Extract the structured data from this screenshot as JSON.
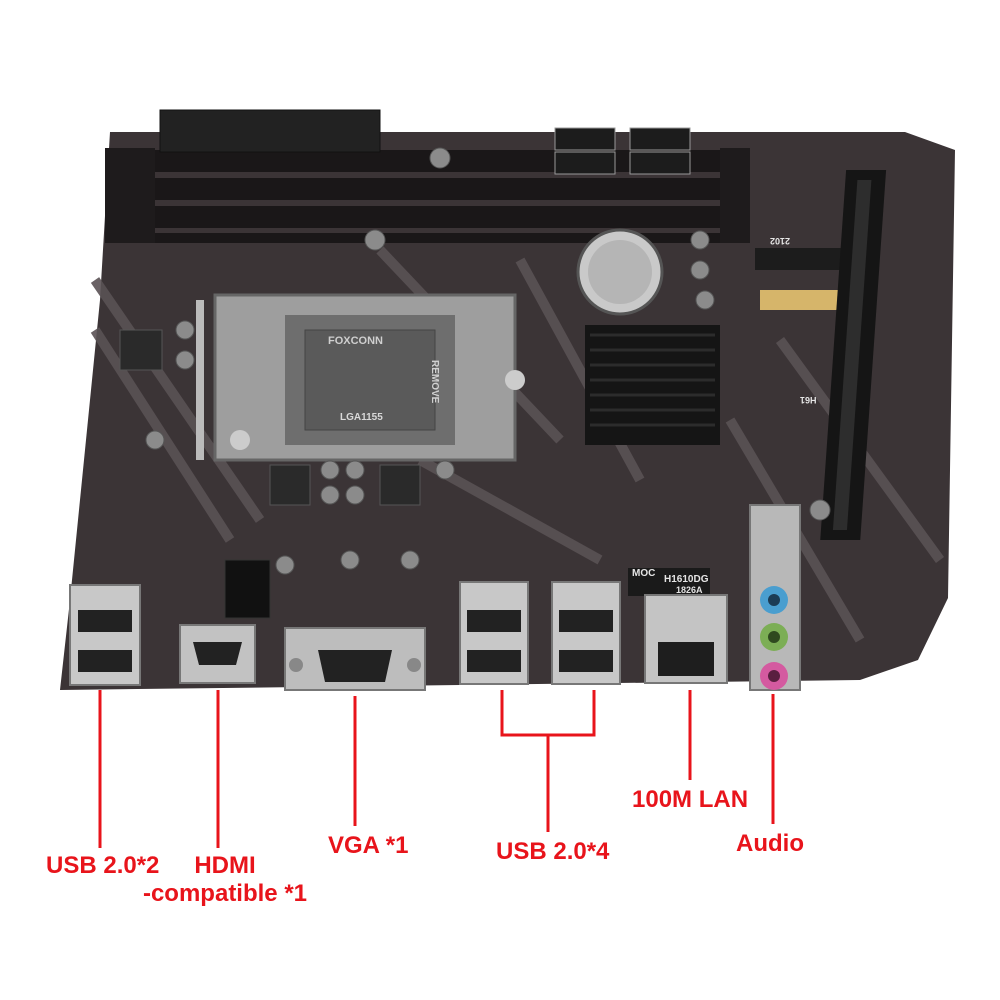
{
  "colors": {
    "pcb": "#3b3436",
    "pcb_dark": "#2a2426",
    "trace_stripe": "#5a5255",
    "metal": "#b9b9b9",
    "callout_red": "#e8141b"
  },
  "board": {
    "socket_brand": "FOXCONN",
    "socket_text": "REMOVE",
    "socket_model": "LGA1155",
    "lan_chip_brand": "MOC",
    "lan_chip_model": "H1610DG",
    "lan_chip_code": "1826A",
    "m2_slot_text": "2102",
    "chipset_label": "H61"
  },
  "callouts": {
    "usb2_x2": "USB 2.0*2",
    "hdmi_line1": "HDMI",
    "hdmi_line2": "-compatible *1",
    "vga": "VGA *1",
    "usb2_x4": "USB 2.0*4",
    "lan": "100M LAN",
    "audio": "Audio"
  }
}
